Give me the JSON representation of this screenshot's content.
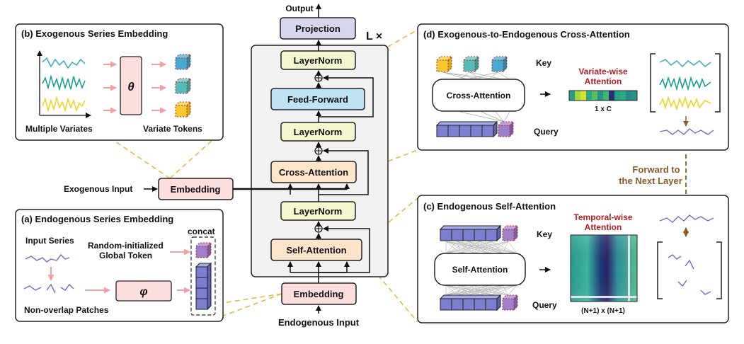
{
  "colors": {
    "projection": "#d6d6ee",
    "layernorm": "#f4f7cf",
    "feedforward": "#bfe3f2",
    "attention": "#fde5cc",
    "embedding": "#fcdede",
    "frame": "#f2f2f2",
    "dashed_link": "#e7b43a",
    "brown_arrow": "#8b5a2b",
    "pink_arrow": "#f0a0a0",
    "attention_title": "#b01e24",
    "series_teal": "#3aa9b8",
    "series_green": "#139c87",
    "series_yellow": "#f0d21a",
    "series_purple": "#6d6dc4",
    "token_purple": "#7c7fd0",
    "token_yellow": "#f6c832",
    "token_teal": "#58bcba",
    "token_blue": "#48a9d1"
  },
  "main": {
    "output_label": "Output",
    "projection_label": "Projection",
    "repeat_label": "L ×",
    "layernorm_top_label": "LayerNorm",
    "feedforward_label": "Feed-Forward",
    "layernorm_mid_label": "LayerNorm",
    "cross_attention_label": "Cross-Attention",
    "layernorm_bottom_label": "LayerNorm",
    "self_attention_label": "Self-Attention",
    "embedding_bottom_label": "Embedding",
    "endogenous_input_label": "Endogenous Input",
    "embedding_left_label": "Embedding",
    "exogenous_input_label": "Exogenous Input",
    "add_symbol": "⊕"
  },
  "panel_b": {
    "title": "(b) Exogenous Series Embedding",
    "theta_label": "θ",
    "multiple_variates_label": "Multiple Variates",
    "variate_tokens_label": "Variate Tokens"
  },
  "panel_a": {
    "title": "(a) Endogenous Series Embedding",
    "input_series_label": "Input Series",
    "global_token_label_1": "Random-initialized",
    "global_token_label_2": "Global Token",
    "concat_label": "concat",
    "phi_label": "φ",
    "patches_label": "Non-overlap Patches"
  },
  "panel_d": {
    "title": "(d) Exogenous-to-Endogenous Cross-Attention",
    "key_label": "Key",
    "query_label": "Query",
    "cross_attention_label": "Cross-Attention",
    "attention_title_1": "Variate-wise",
    "attention_title_2": "Attention",
    "attention_size_label": "1 x C",
    "attention_values": [
      0.55,
      0.85,
      0.95,
      0.6,
      0.7,
      0.5,
      0.65,
      0.1,
      0.55,
      0.6,
      0.45,
      0.5
    ]
  },
  "panel_c": {
    "title": "(c) Endogenous Self-Attention",
    "key_label": "Key",
    "query_label": "Query",
    "self_attention_label": "Self-Attention",
    "attention_title_1": "Temporal-wise",
    "attention_title_2": "Attention",
    "attention_size_label": "(N+1) x (N+1)"
  },
  "forward_label_1": "Forward to",
  "forward_label_2": "the Next Layer"
}
